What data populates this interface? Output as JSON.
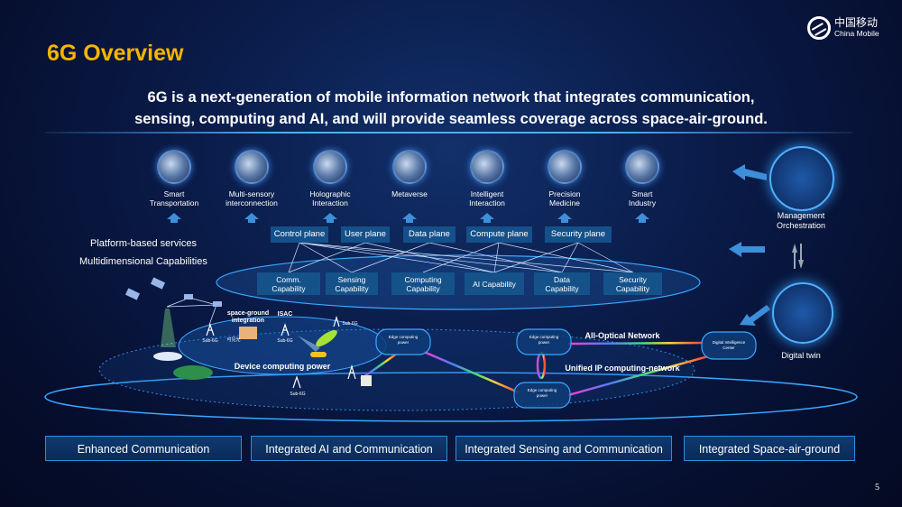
{
  "title": "6G Overview",
  "subtitle_line1": "6G is a next-generation of mobile information network that integrates communication,",
  "subtitle_line2": "sensing, computing and AI, and will provide seamless coverage across space-air-ground.",
  "logo": {
    "cn": "中国移动",
    "en": "China Mobile"
  },
  "applications": [
    {
      "line1": "Smart",
      "line2": "Transportation"
    },
    {
      "line1": "Multi-sensory",
      "line2": "interconnection"
    },
    {
      "line1": "Holographic",
      "line2": "Interaction"
    },
    {
      "line1": "Metaverse",
      "line2": ""
    },
    {
      "line1": "Intelligent",
      "line2": "Interaction"
    },
    {
      "line1": "Precision",
      "line2": "Medicine"
    },
    {
      "line1": "Smart",
      "line2": "Industry"
    }
  ],
  "planes": [
    "Control plane",
    "User plane",
    "Data plane",
    "Compute plane",
    "Security plane"
  ],
  "capabilities": [
    {
      "line1": "Comm.",
      "line2": "Capability"
    },
    {
      "line1": "Sensing",
      "line2": "Capability"
    },
    {
      "line1": "Computing",
      "line2": "Capability"
    },
    {
      "line1": "AI Capability",
      "line2": ""
    },
    {
      "line1": "Data",
      "line2": "Capability"
    },
    {
      "line1": "Security",
      "line2": "Capability"
    }
  ],
  "left_labels": {
    "platform": "Platform-based services",
    "multidim": "Multidimensional Capabilities"
  },
  "right_panel": {
    "management_line1": "Management",
    "management_line2": "Orchestration",
    "digital_twin": "Digital twin"
  },
  "network": {
    "space_ground_line1": "space-ground",
    "space_ground_line2": "integration",
    "isac": "ISAC",
    "sub6g": "Sub-6G",
    "visible_light": "可见光",
    "device_computing": "Device computing power",
    "edge_line1": "Edge computing",
    "edge_line2": "power",
    "dic_line1": "Digital Intelligence",
    "dic_line2": "Center",
    "all_optical": "All-Optical Network",
    "unified_ip": "Unified IP computing-network"
  },
  "bottom_boxes": [
    "Enhanced Communication",
    "Integrated AI and Communication",
    "Integrated Sensing and Communication",
    "Integrated Space-air-ground"
  ],
  "page_number": "5"
}
